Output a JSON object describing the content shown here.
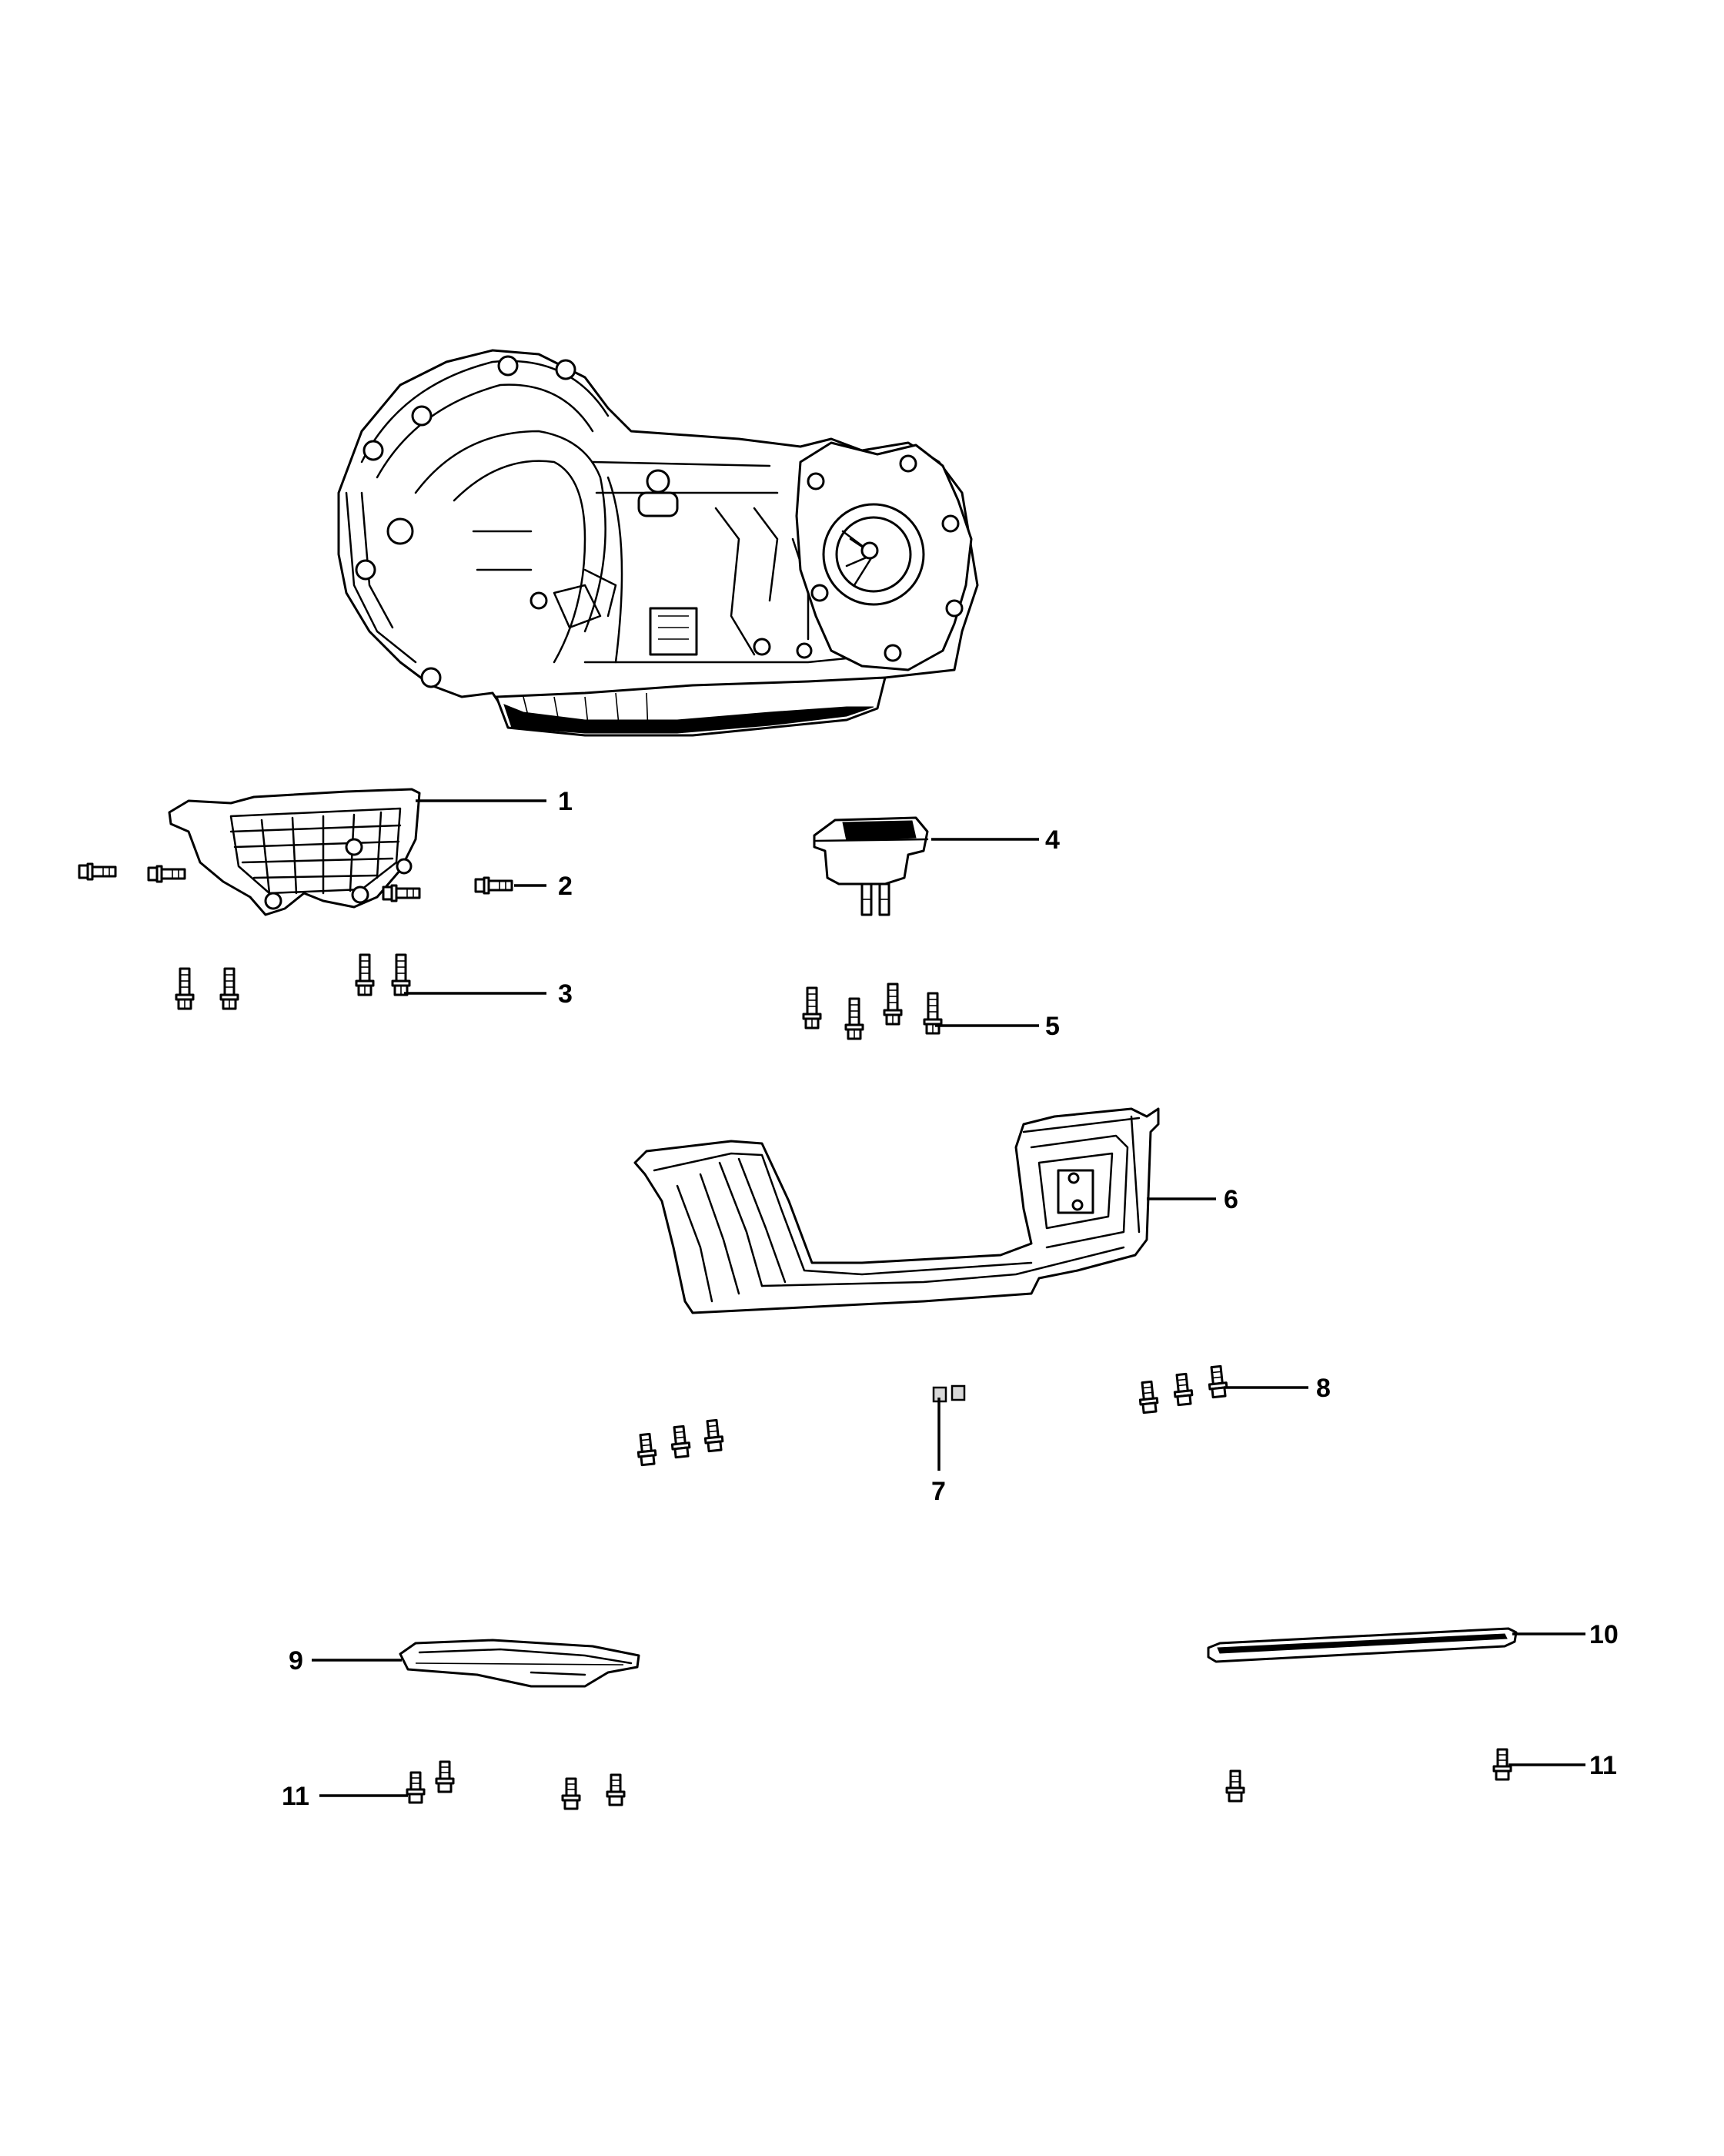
{
  "diagram": {
    "callouts": {
      "c1": "1",
      "c2": "2",
      "c3": "3",
      "c4": "4",
      "c5": "5",
      "c6": "6",
      "c7": "7",
      "c8": "8",
      "c9": "9",
      "c10": "10",
      "c11a": "11",
      "c11b": "11"
    }
  }
}
